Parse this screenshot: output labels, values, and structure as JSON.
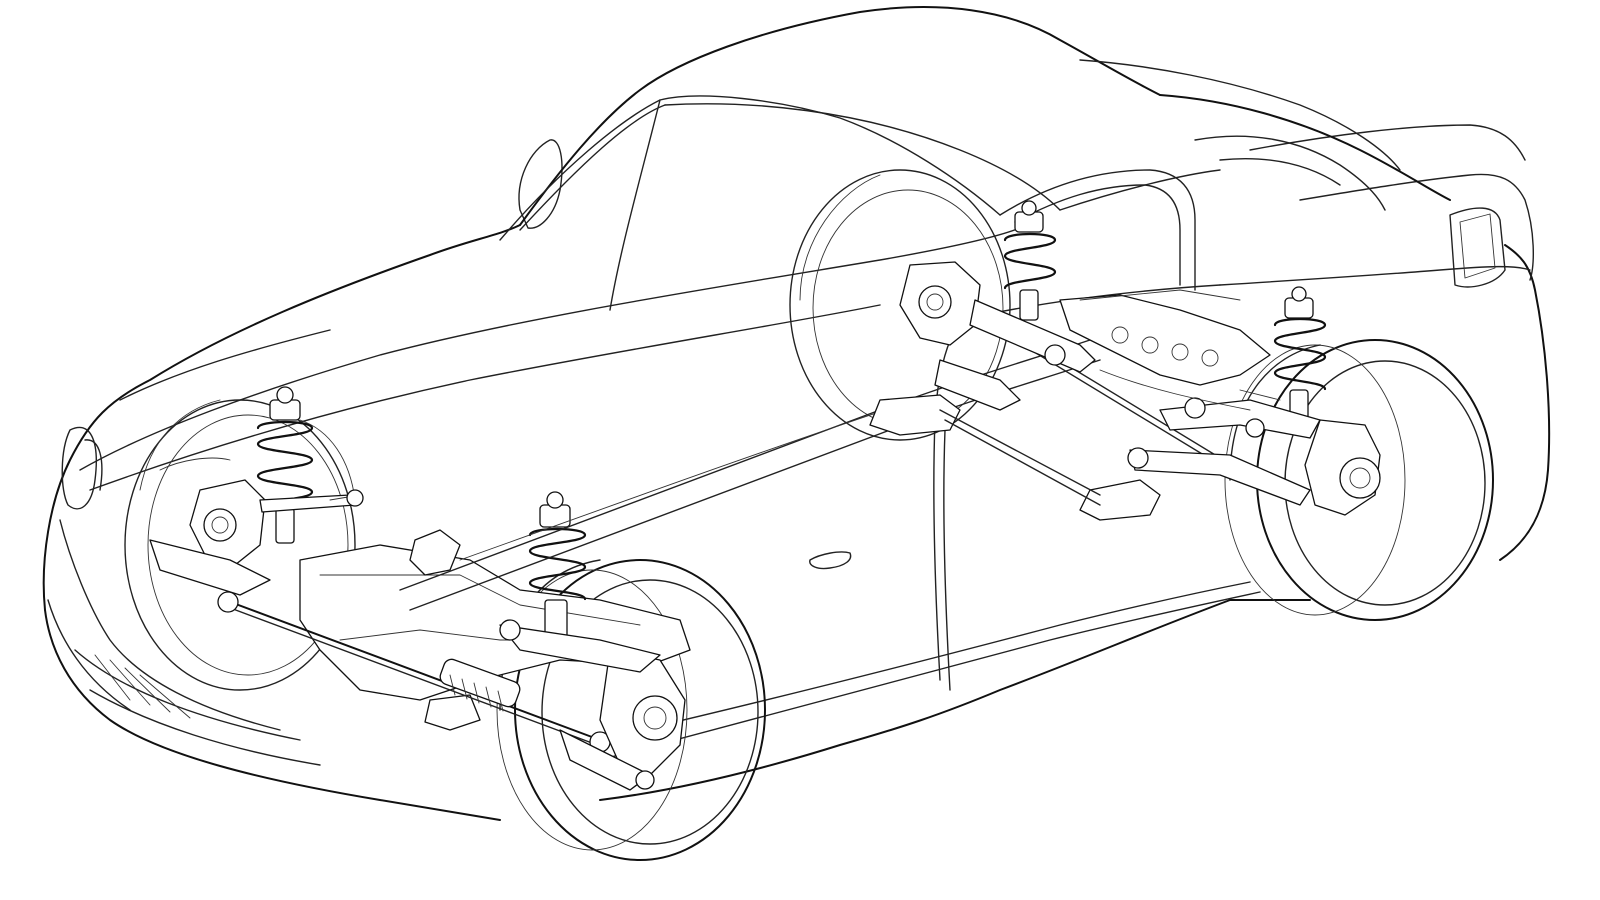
{
  "illustration": {
    "subject": "sports-car-chassis-cutaway",
    "style": "line-art",
    "colors": {
      "background": "#ffffff",
      "ink": "#222222"
    },
    "components": [
      "car-body-outline",
      "hardtop-roof",
      "front-left-wheel",
      "front-right-wheel",
      "rear-left-wheel",
      "rear-right-wheel",
      "front-left-coilover",
      "front-right-coilover",
      "rear-left-coilover",
      "rear-right-coilover",
      "front-subframe",
      "steering-rack",
      "rear-subframe",
      "control-arms"
    ]
  }
}
